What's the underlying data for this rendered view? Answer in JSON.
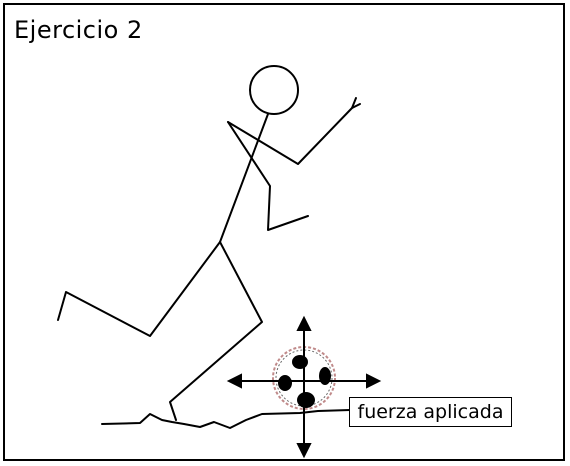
{
  "title": "Ejercicio 2",
  "label": "fuerza aplicada",
  "colors": {
    "ink": "#000000",
    "ball_outline": "#c08a8a",
    "background": "#ffffff"
  },
  "icons": {
    "figure": "stick-figure",
    "ball": "soccer-ball",
    "arrows": "force-arrows"
  }
}
